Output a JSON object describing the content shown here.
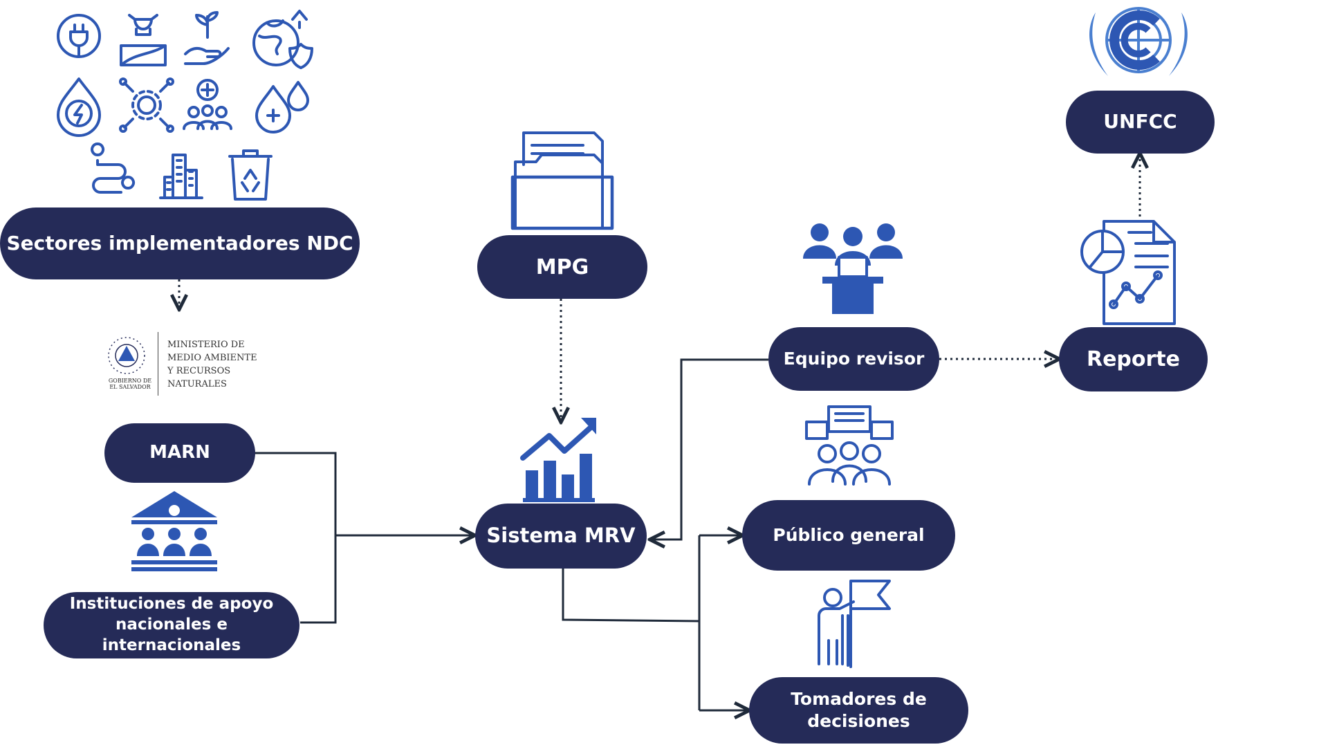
{
  "colors": {
    "node_fill": "#252b58",
    "node_text": "#ffffff",
    "icon_blue": "#2d57b3",
    "connector": "#1f2a3a",
    "unfccc_blue": "#4a7fd0"
  },
  "nodes": {
    "sectores": "Sectores implementadores NDC",
    "mpg": "MPG",
    "marn": "MARN",
    "instituciones": [
      "Instituciones de apoyo",
      "nacionales e internacionales"
    ],
    "sistema": "Sistema MRV",
    "equipo": "Equipo revisor",
    "publico": "Público general",
    "tomadores": [
      "Tomadores de",
      "decisiones"
    ],
    "reporte": "Reporte",
    "unfcc": "UNFCC"
  },
  "ministry_logo": {
    "name_lines": [
      "MINISTERIO DE",
      "MEDIO AMBIENTE",
      "Y RECURSOS",
      "NATURALES"
    ],
    "government_lines": [
      "GOBIERNO DE",
      "EL SALVADOR"
    ]
  },
  "sector_icons": [
    "energy-plug-icon",
    "agriculture-cow-icon",
    "plant-hand-icon",
    "globe-shield-icon",
    "water-energy-drop-icon",
    "industry-gear-network-icon",
    "health-group-icon",
    "water-health-drops-icon",
    "transport-route-icon",
    "urban-buildings-icon",
    "waste-recycle-bin-icon"
  ]
}
